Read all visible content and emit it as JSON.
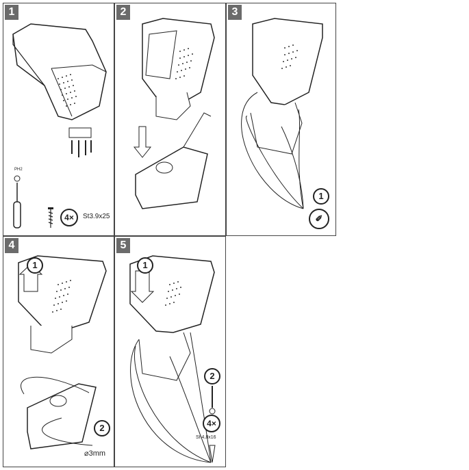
{
  "steps": [
    {
      "number": "1"
    },
    {
      "number": "2"
    },
    {
      "number": "3"
    },
    {
      "number": "4"
    },
    {
      "number": "5"
    }
  ],
  "step1": {
    "tool_label": "PH2",
    "screw_qty": "4×",
    "screw_spec": "St3.9x25"
  },
  "step3": {
    "callout": "1"
  },
  "step4": {
    "callout_top": "1",
    "callout_bottom": "2",
    "drill_size": "3mm"
  },
  "step5": {
    "callout_top": "1",
    "callout_side": "2",
    "screw_qty": "4×",
    "screw_spec": "St 4,8x16"
  },
  "colors": {
    "step_badge": "#6b6b6b",
    "line": "#222222"
  }
}
